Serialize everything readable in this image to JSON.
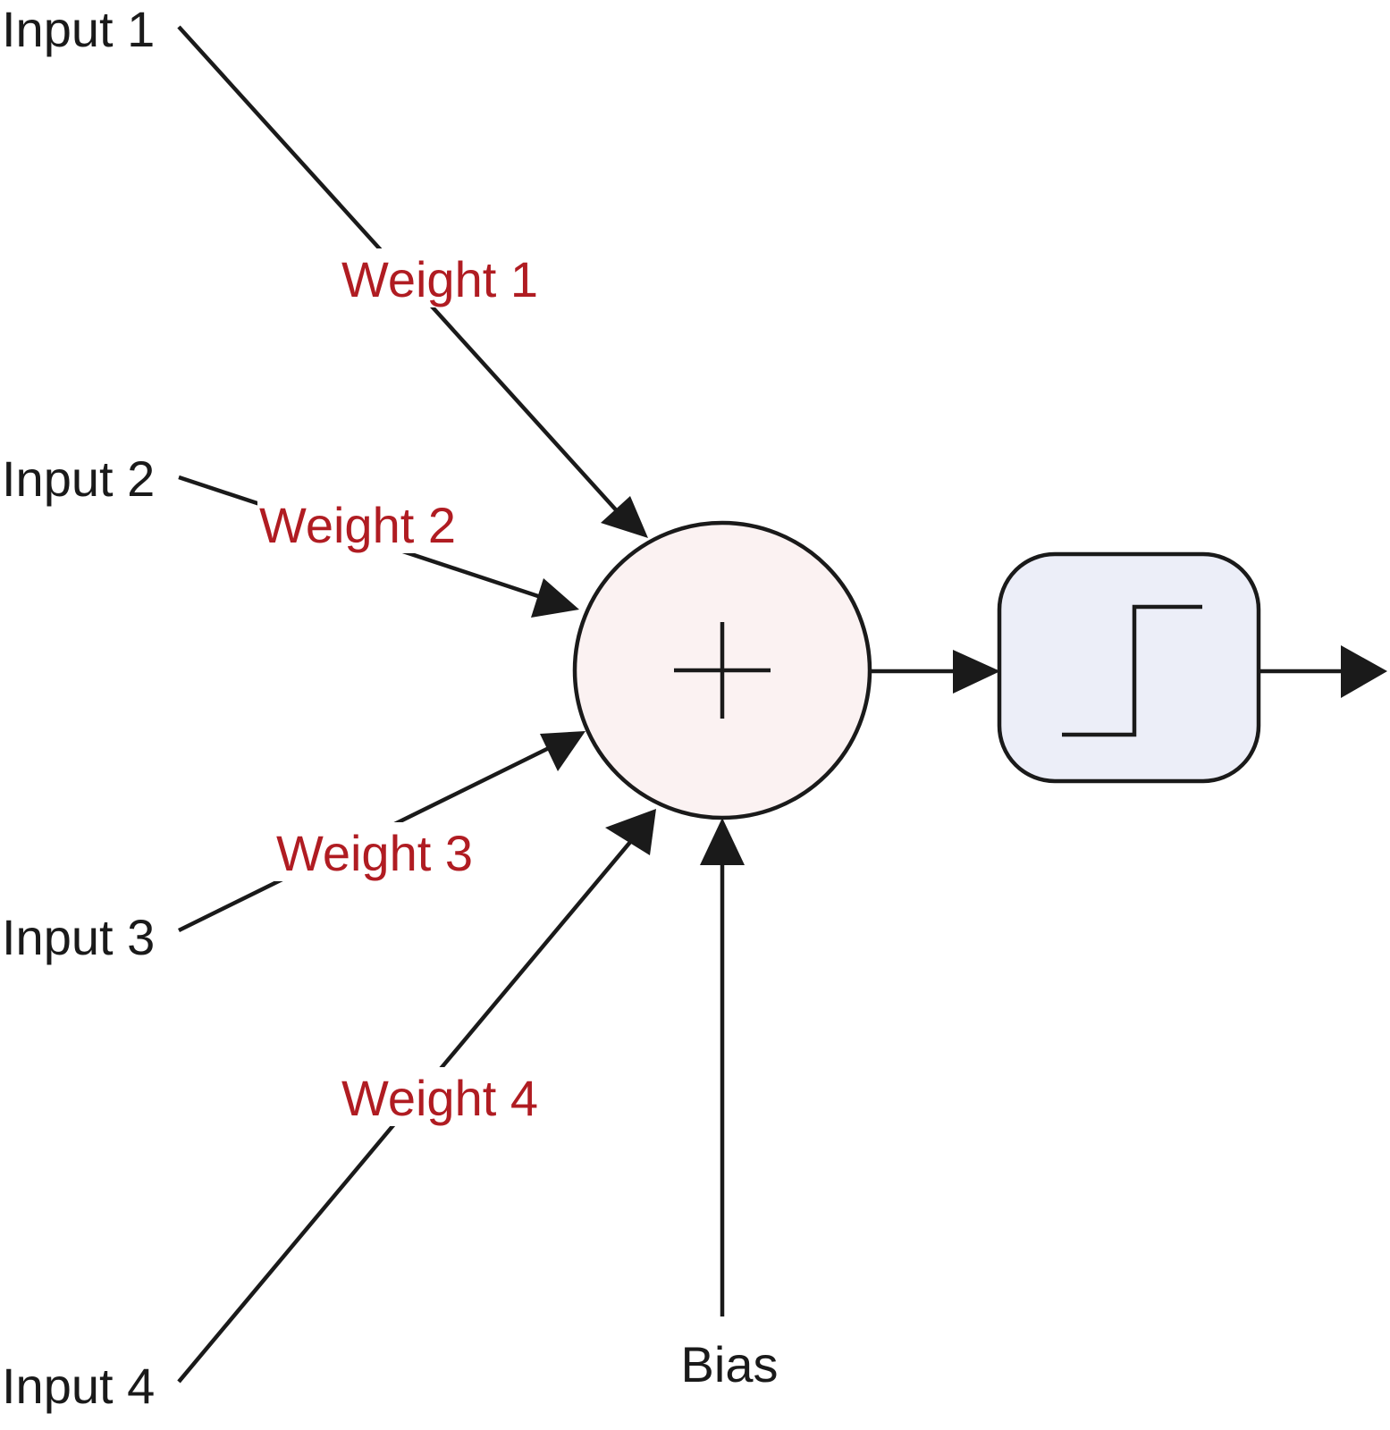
{
  "inputs": [
    "Input 1",
    "Input 2",
    "Input 3",
    "Input 4"
  ],
  "weights": [
    "Weight 1",
    "Weight 2",
    "Weight 3",
    "Weight 4"
  ],
  "bias": "Bias",
  "colors": {
    "line": "#1a1a1a",
    "weight_text": "#b01c22",
    "summation_fill": "#fbf2f2",
    "activation_fill": "#eceef8"
  },
  "icons": {
    "summation": "plus-icon",
    "activation": "step-function-icon"
  }
}
